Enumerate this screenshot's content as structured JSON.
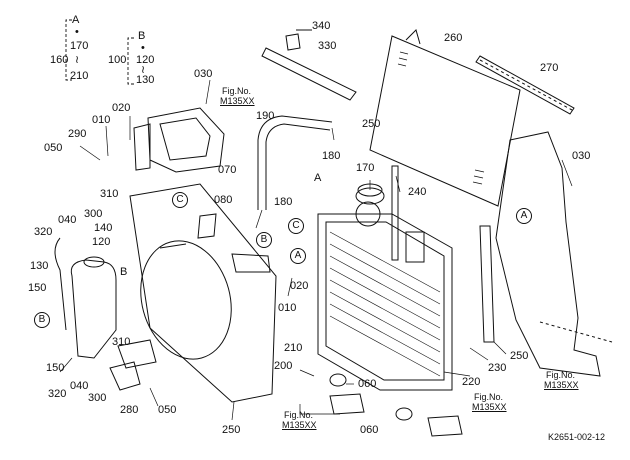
{
  "callouts": [
    {
      "text": "340",
      "key": "p340"
    },
    {
      "text": "330",
      "key": "p330"
    },
    {
      "text": "260",
      "key": "p260"
    },
    {
      "text": "270",
      "key": "p270"
    },
    {
      "text": "030",
      "key": "p030a"
    },
    {
      "text": "190",
      "key": "p190"
    },
    {
      "text": "250",
      "key": "p250a"
    },
    {
      "text": "180",
      "key": "p180a"
    },
    {
      "text": "170",
      "key": "p170"
    },
    {
      "text": "240",
      "key": "p240"
    },
    {
      "text": "030",
      "key": "p030b"
    },
    {
      "text": "020",
      "key": "p020a"
    },
    {
      "text": "010",
      "key": "p010a"
    },
    {
      "text": "290",
      "key": "p290"
    },
    {
      "text": "050",
      "key": "p050a"
    },
    {
      "text": "310",
      "key": "p310a"
    },
    {
      "text": "070",
      "key": "p070"
    },
    {
      "text": "080",
      "key": "p080"
    },
    {
      "text": "180",
      "key": "p180b"
    },
    {
      "text": "300",
      "key": "p300a"
    },
    {
      "text": "040",
      "key": "p040a"
    },
    {
      "text": "320",
      "key": "p320a"
    },
    {
      "text": "140",
      "key": "p140"
    },
    {
      "text": "120",
      "key": "p120"
    },
    {
      "text": "130",
      "key": "p130"
    },
    {
      "text": "150",
      "key": "p150a"
    },
    {
      "text": "020",
      "key": "p020b"
    },
    {
      "text": "010",
      "key": "p010b"
    },
    {
      "text": "310",
      "key": "p310b"
    },
    {
      "text": "150",
      "key": "p150b"
    },
    {
      "text": "320",
      "key": "p320b"
    },
    {
      "text": "040",
      "key": "p040b"
    },
    {
      "text": "300",
      "key": "p300b"
    },
    {
      "text": "280",
      "key": "p280"
    },
    {
      "text": "050",
      "key": "p050b"
    },
    {
      "text": "210",
      "key": "p210"
    },
    {
      "text": "200",
      "key": "p200"
    },
    {
      "text": "060",
      "key": "p060a"
    },
    {
      "text": "250",
      "key": "p250b"
    },
    {
      "text": "060",
      "key": "p060b"
    },
    {
      "text": "220",
      "key": "p220"
    },
    {
      "text": "230",
      "key": "p230"
    },
    {
      "text": "250",
      "key": "p250c"
    }
  ],
  "legend": {
    "a_code": "160",
    "a_letter": "A",
    "a_dot1": "•",
    "a_170": "170",
    "a_tilde": "≀",
    "a_210": "210",
    "b_code": "100",
    "b_letter": "B",
    "b_dot": "•",
    "b_120": "120",
    "b_tilde": "≀",
    "b_130": "130"
  },
  "figno": {
    "label": "Fig.No.",
    "ref": "M135XX"
  },
  "markers": {
    "a": "A",
    "b": "B",
    "c": "C"
  },
  "letters": {
    "a": "A",
    "b": "B"
  },
  "drawing_code": "K2651-002-12"
}
